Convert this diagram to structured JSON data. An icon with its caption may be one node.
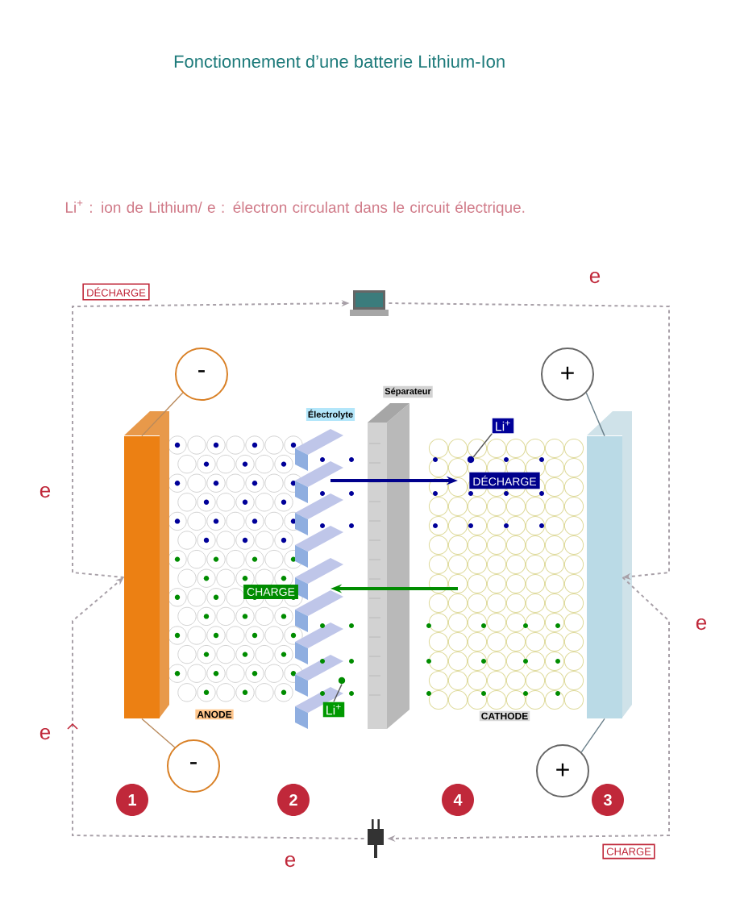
{
  "diagram": {
    "title": "Fonctionnement d’une batterie Lithium-Ion",
    "nodes": [
      {
        "text": [],
        "shape": "picture"
      },
      {
        "text": [],
        "shape": "picture"
      },
      {
        "text": [],
        "shape": "box"
      },
      {
        "text": [],
        "shape": "box"
      },
      {
        "text": [
          "-"
        ]
      },
      {
        "text": [
          "+"
        ]
      },
      {
        "text": [
          "-"
        ]
      },
      {
        "text": [
          "+"
        ]
      },
      {
        "text": [
          "Li$^{+}$"
        ]
      },
      {
        "text": [
          "Li$^{+}$"
        ]
      },
      {
        "text": [],
        "shape": "circle"
      },
      {
        "text": [],
        "shape": "circle"
      }
    ],
    "edges": [
      {
        "from": 2,
        "to": 0,
        "arrow": "to",
        "style": "dashed",
        "color": "#a8a0a8",
        "label": "e"
      },
      {
        "from": 0,
        "to": 3,
        "arrow": "to",
        "style": "dashed",
        "color": "#a8a0a8",
        "label": "e"
      },
      {
        "from": 3,
        "to": 1,
        "arrow": "to",
        "style": "dashed",
        "color": "#a8a0a8",
        "label": "e"
      },
      {
        "from": 1,
        "to": 2,
        "arrow": "to",
        "style": "dashed",
        "color": "#a8a0a8",
        "label": "e"
      },
      {
        "from": 4,
        "to": 2,
        "arrow": "none",
        "color": "#b98a5c"
      },
      {
        "from": 5,
        "to": 3,
        "arrow": "none",
        "color": "#6a7f8a"
      },
      {
        "from": 6,
        "to": 2,
        "arrow": "none",
        "color": "#b98a5c"
      },
      {
        "from": 7,
        "to": 3,
        "arrow": "none",
        "color": "#6a7f8a"
      },
      {
        "from": 8,
        "to": 10,
        "arrow": "none"
      },
      {
        "from": 9,
        "to": 11,
        "arrow": "none"
      }
    ],
    "labels": [
      "Li$^{+}$ : ion de Lithium/ e : électron circulant dans le circuit électrique.",
      "DÉCHARGE",
      "Séparateur",
      "Électrolyte",
      "DÉCHARGE",
      "CHARGE",
      "ANODE",
      "CATHODE",
      "e",
      "1",
      "2",
      "4",
      "3",
      "CHARGE"
    ]
  }
}
